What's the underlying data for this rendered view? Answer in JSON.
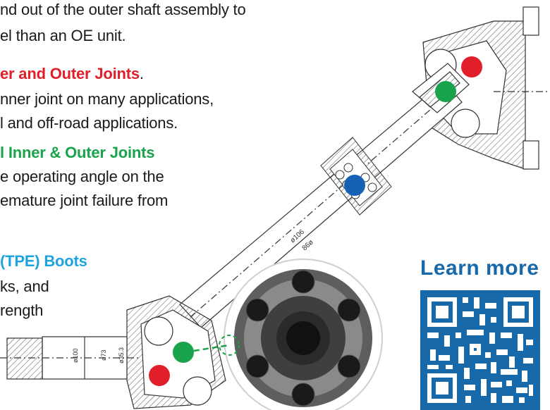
{
  "text_lines": [
    {
      "id": "line-1",
      "text": "nd out of the outer shaft assembly to",
      "color": "#1a1a1a"
    },
    {
      "id": "line-2",
      "text": "el than an OE unit.",
      "color": "#1a1a1a"
    },
    {
      "id": "line-3",
      "text": "er and Outer Joints",
      "suffix": ".",
      "color": "#e01f2a",
      "highlight": true
    },
    {
      "id": "line-4",
      "text": "nner joint on many applications,",
      "color": "#1a1a1a"
    },
    {
      "id": "line-5",
      "text": "l and off-road applications.",
      "color": "#1a1a1a"
    },
    {
      "id": "line-6",
      "text": "l Inner & Outer Joints",
      "color": "#19a34a",
      "highlight": true
    },
    {
      "id": "line-7",
      "text": "e operating angle on the",
      "color": "#1a1a1a"
    },
    {
      "id": "line-8",
      "text": "emature joint failure from",
      "color": "#1a1a1a"
    },
    {
      "id": "line-9",
      "text": "(TPE) Boots",
      "color": "#1fa3df",
      "highlight": true
    },
    {
      "id": "line-10",
      "text": "ks, and",
      "color": "#1a1a1a"
    },
    {
      "id": "line-11",
      "text": "rength",
      "color": "#1a1a1a"
    }
  ],
  "drawing_labels": {
    "dim_100": "ø100",
    "dim_73": "ø73",
    "dim_353": "ø35.3",
    "dim_shaft_a": "ø106",
    "dim_shaft_b": "86ø"
  },
  "cta": {
    "label": "Learn more",
    "color": "#1769aa"
  },
  "markers": {
    "red": "#e01f2a",
    "green": "#19a34a",
    "blue": "#1761b5"
  },
  "icons": [
    "qr-code-icon",
    "cv-joint-photo"
  ]
}
